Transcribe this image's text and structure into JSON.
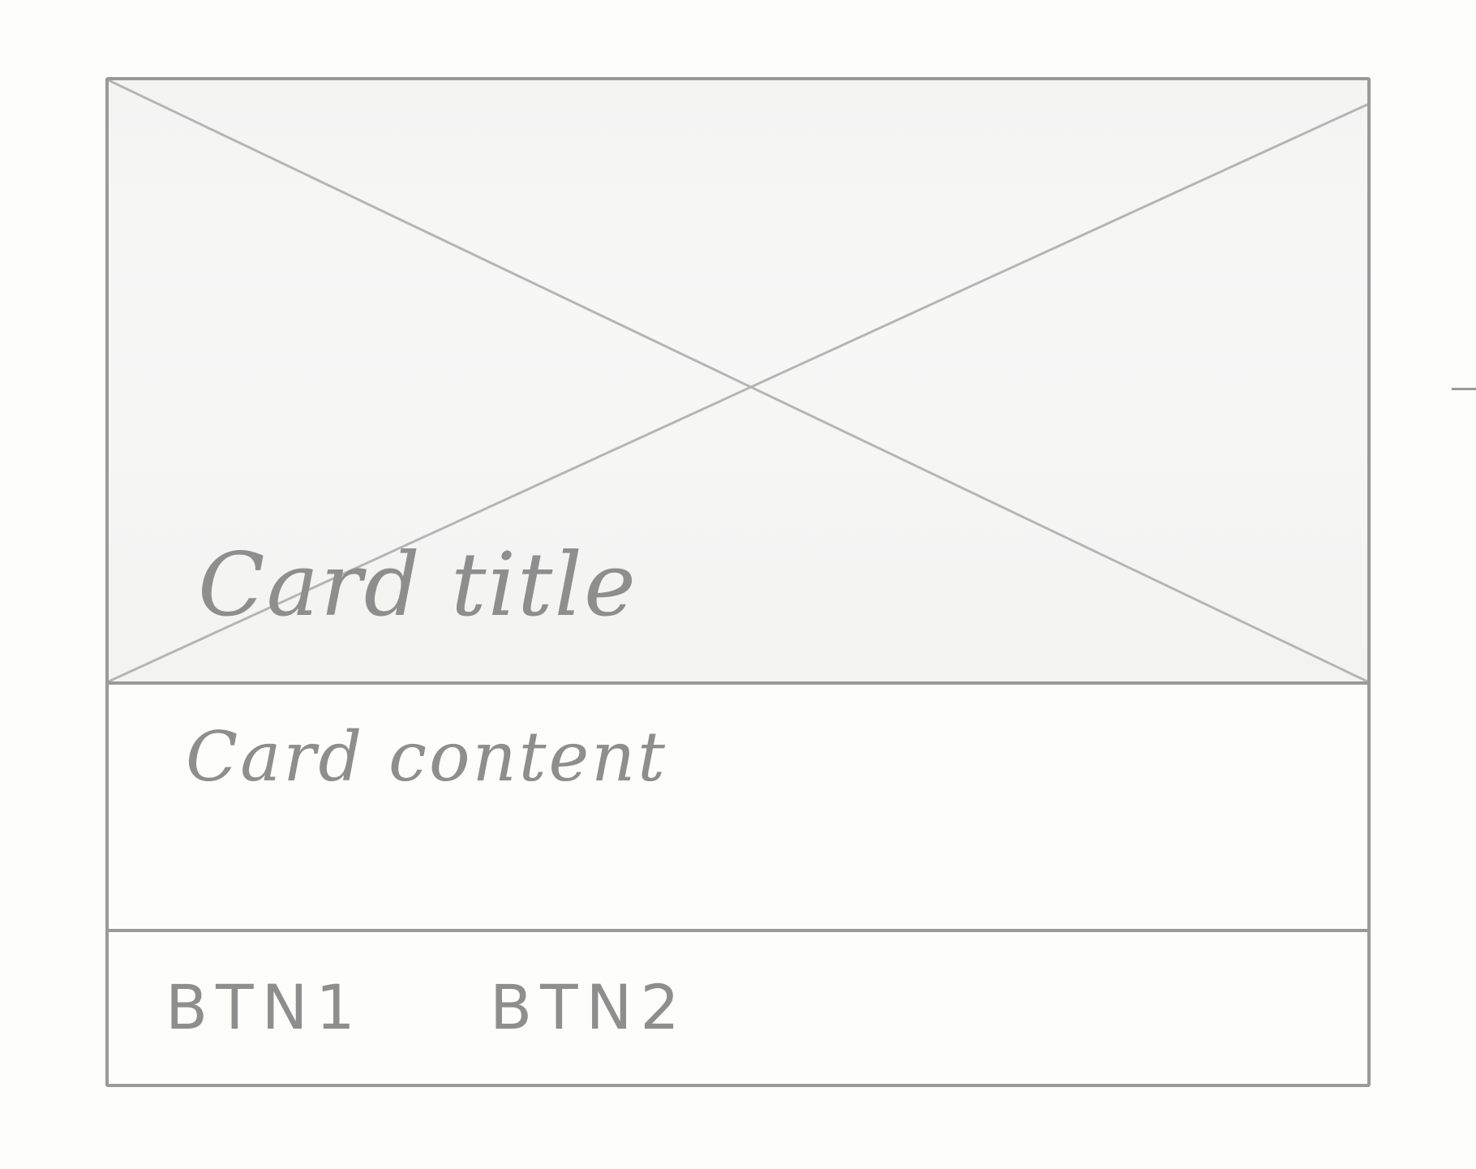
{
  "card": {
    "title": "Card title",
    "content": "Card content",
    "actions": [
      {
        "label": "BTN1"
      },
      {
        "label": "BTN2"
      }
    ]
  },
  "colors": {
    "stroke": "#9a9a9a",
    "text": "#8e8e8e",
    "media_fill": "#f4f4f3"
  },
  "icons": {
    "media_placeholder": "image-placeholder-icon"
  }
}
